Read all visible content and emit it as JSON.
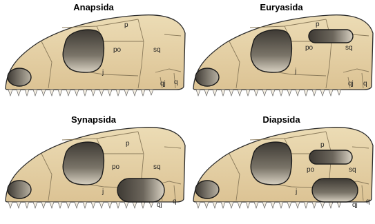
{
  "panels": [
    {
      "title": "Anapsida",
      "labels": {
        "p": "p",
        "po": "po",
        "sq": "sq",
        "j": "j",
        "qj": "qj",
        "q": "q"
      }
    },
    {
      "title": "Euryasida",
      "labels": {
        "p": "p",
        "po": "po",
        "sq": "sq",
        "j": "j",
        "qj": "qj",
        "q": "q"
      }
    },
    {
      "title": "Synapsida",
      "labels": {
        "p": "p",
        "po": "po",
        "sq": "sq",
        "j": "j",
        "qj": "qj",
        "q": "q"
      }
    },
    {
      "title": "Diapsida",
      "labels": {
        "p": "p",
        "po": "po",
        "sq": "sq",
        "j": "j",
        "qj": "qj",
        "q": "q"
      }
    }
  ],
  "colors": {
    "bone": "#e6d2a6",
    "bone_edge": "#d2b985",
    "opening_dark": "#4a463f",
    "opening_light": "#cfc8b8"
  }
}
